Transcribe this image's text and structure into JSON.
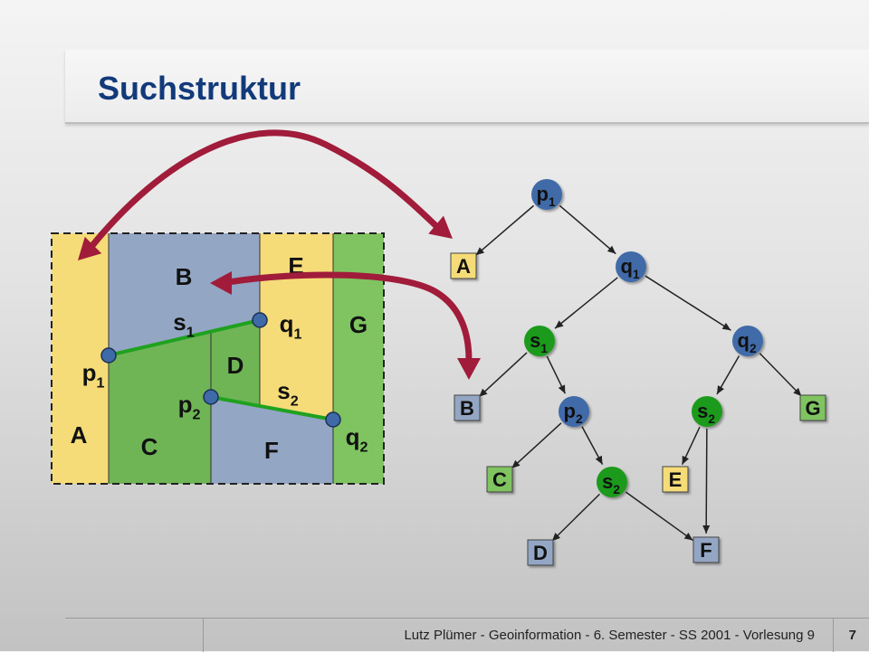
{
  "title": "Suchstruktur",
  "colors": {
    "yellow_region": "#f5dc78",
    "blue_region": "#93a6c4",
    "green_region": "#6fb556",
    "light_green_region": "#7fc460",
    "point_node": "#3f6aa8",
    "segment_node": "#1c9a1c",
    "segment_line": "#1fa11f",
    "arrow": "#a01c3a",
    "title": "#123a7a"
  },
  "map": {
    "regions": [
      {
        "id": "A",
        "label": "A"
      },
      {
        "id": "B",
        "label": "B"
      },
      {
        "id": "C",
        "label": "C"
      },
      {
        "id": "D",
        "label": "D"
      },
      {
        "id": "E",
        "label": "E"
      },
      {
        "id": "F",
        "label": "F"
      },
      {
        "id": "G",
        "label": "G"
      }
    ],
    "points": [
      {
        "id": "p1",
        "base": "p",
        "sub": "1"
      },
      {
        "id": "q1",
        "base": "q",
        "sub": "1"
      },
      {
        "id": "p2",
        "base": "p",
        "sub": "2"
      },
      {
        "id": "q2",
        "base": "q",
        "sub": "2"
      }
    ],
    "segments": [
      {
        "id": "s1",
        "base": "s",
        "sub": "1"
      },
      {
        "id": "s2",
        "base": "s",
        "sub": "2"
      }
    ]
  },
  "tree": {
    "nodes": [
      {
        "id": "n_p1",
        "type": "point",
        "base": "p",
        "sub": "1"
      },
      {
        "id": "n_q1",
        "type": "point",
        "base": "q",
        "sub": "1"
      },
      {
        "id": "n_s1",
        "type": "segment",
        "base": "s",
        "sub": "1"
      },
      {
        "id": "n_q2",
        "type": "point",
        "base": "q",
        "sub": "2"
      },
      {
        "id": "n_p2",
        "type": "point",
        "base": "p",
        "sub": "2"
      },
      {
        "id": "n_s2a",
        "type": "segment",
        "base": "s",
        "sub": "2"
      },
      {
        "id": "n_s2b",
        "type": "segment",
        "base": "s",
        "sub": "2"
      }
    ],
    "leaves": [
      {
        "id": "l_A",
        "label": "A",
        "color": "yellow"
      },
      {
        "id": "l_B",
        "label": "B",
        "color": "blue"
      },
      {
        "id": "l_G",
        "label": "G",
        "color": "green"
      },
      {
        "id": "l_C",
        "label": "C",
        "color": "green"
      },
      {
        "id": "l_E",
        "label": "E",
        "color": "yellow"
      },
      {
        "id": "l_D",
        "label": "D",
        "color": "blue"
      },
      {
        "id": "l_F",
        "label": "F",
        "color": "blue"
      }
    ],
    "edges": [
      [
        "n_p1",
        "l_A"
      ],
      [
        "n_p1",
        "n_q1"
      ],
      [
        "n_q1",
        "n_s1"
      ],
      [
        "n_q1",
        "n_q2"
      ],
      [
        "n_s1",
        "l_B"
      ],
      [
        "n_s1",
        "n_p2"
      ],
      [
        "n_q2",
        "n_s2b"
      ],
      [
        "n_q2",
        "l_G"
      ],
      [
        "n_p2",
        "l_C"
      ],
      [
        "n_p2",
        "n_s2a"
      ],
      [
        "n_s2b",
        "l_E"
      ],
      [
        "n_s2b",
        "l_F"
      ],
      [
        "n_s2a",
        "l_D"
      ],
      [
        "n_s2a",
        "l_F"
      ]
    ]
  },
  "footer": {
    "text": "Lutz Plümer - Geoinformation - 6. Semester - SS 2001 - Vorlesung 9",
    "page": "7"
  }
}
